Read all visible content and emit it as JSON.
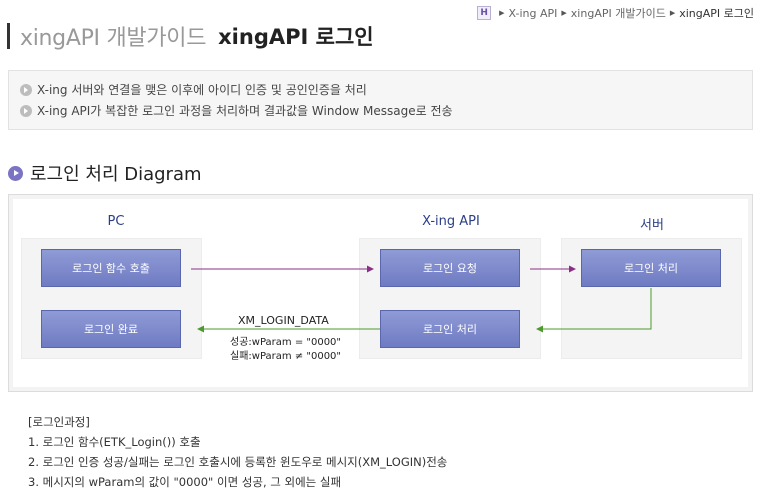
{
  "breadcrumb": {
    "home_icon": "H",
    "items": [
      "X-ing API",
      "xingAPI 개발가이드",
      "xingAPI 로그인"
    ]
  },
  "title": {
    "gray": "xingAPI 개발가이드",
    "black": "xingAPI 로그인"
  },
  "summary": [
    "X-ing 서버와 연결을 맺은 이후에 아이디 인증 및 공인인증을 처리",
    "X-ing API가 복잡한 로그인 과정을 처리하며 결과값을 Window Message로 전송"
  ],
  "section": {
    "title": "로그인 처리 Diagram"
  },
  "diagram": {
    "columns": [
      "PC",
      "X-ing API",
      "서버"
    ],
    "nodes": {
      "login_call": "로그인 함수 호출",
      "login_request": "로그인 요청",
      "server_process": "로그인 처리",
      "api_process": "로그인 처리",
      "login_done": "로그인 완료"
    },
    "message_label": "XM_LOGIN_DATA",
    "conditions": [
      "성공:wParam = \"0000\"",
      "실패:wParam ≠ \"0000\""
    ],
    "colors": {
      "node": "#7c87c9",
      "arrow": "#8a2f86",
      "arrow_return": "#4e9a2e",
      "column_label": "#2b3f86"
    }
  },
  "steps": [
    "[로그인과정]",
    "1. 로그인 함수(ETK_Login()) 호출",
    "2. 로그인 인증 성공/실패는 로그인 호출시에 등록한 윈도우로 메시지(XM_LOGIN)전송",
    "3. 메시지의 wParam의 값이 \"0000\" 이면 성공, 그 외에는 실패"
  ]
}
